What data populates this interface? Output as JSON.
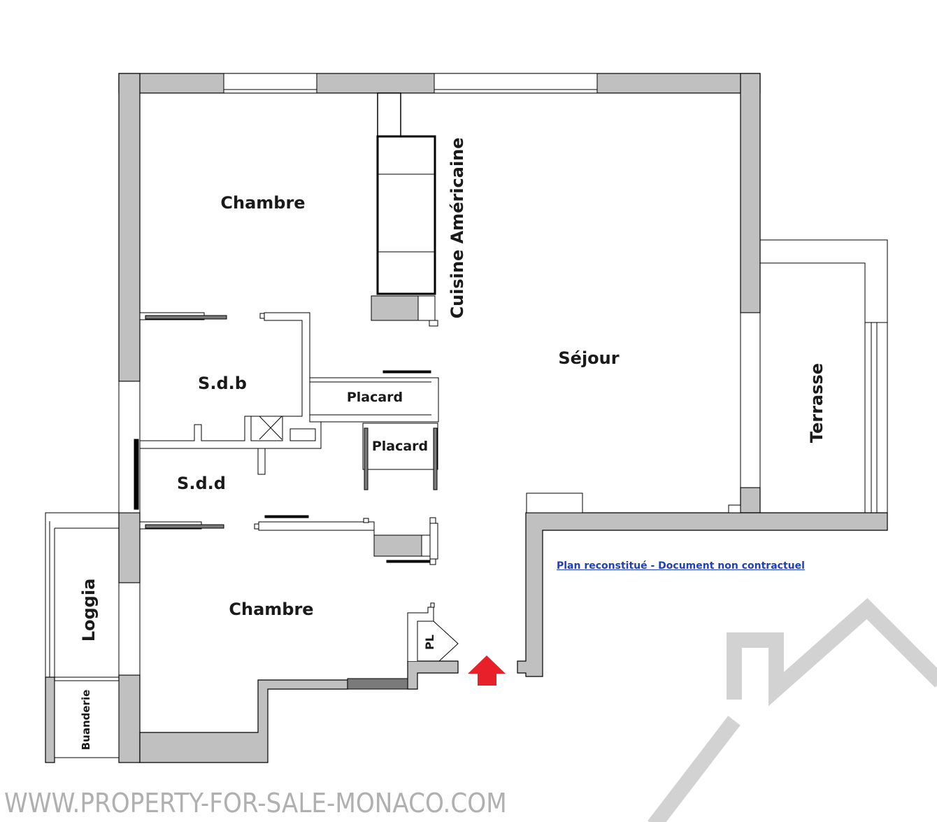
{
  "rooms": {
    "chambre_top": "Chambre",
    "cuisine": "Cuisine Américaine",
    "sejour": "Séjour",
    "terrasse": "Terrasse",
    "sdb": "S.d.b",
    "placard_1": "Placard",
    "placard_2": "Placard",
    "sdd": "S.d.d",
    "loggia": "Loggia",
    "chambre_bottom": "Chambre",
    "pl": "PL",
    "buanderie": "Buanderie"
  },
  "disclaimer_link": "Plan reconstitué - Document non contractuel",
  "watermark": "WWW.PROPERTY-FOR-SALE-MONACO.COM",
  "colors": {
    "wall": "#c0c0c0",
    "door": "#7a7a7a",
    "entry_arrow": "#e8202a",
    "link": "#1f3fbf"
  }
}
